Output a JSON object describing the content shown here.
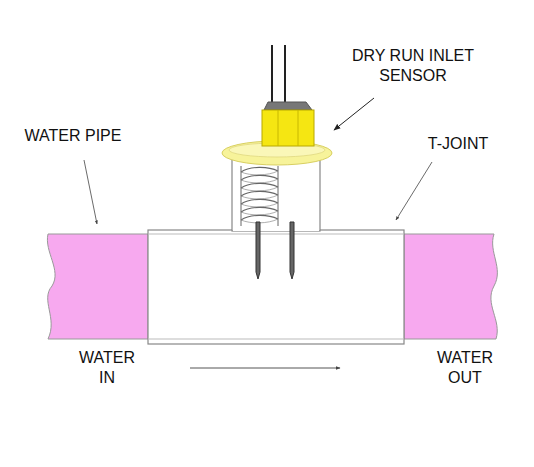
{
  "diagram": {
    "labels": [
      "DRY RUN INLET SENSOR",
      "WATER PIPE",
      "T-JOINT",
      "WATER IN",
      "WATER OUT"
    ]
  }
}
